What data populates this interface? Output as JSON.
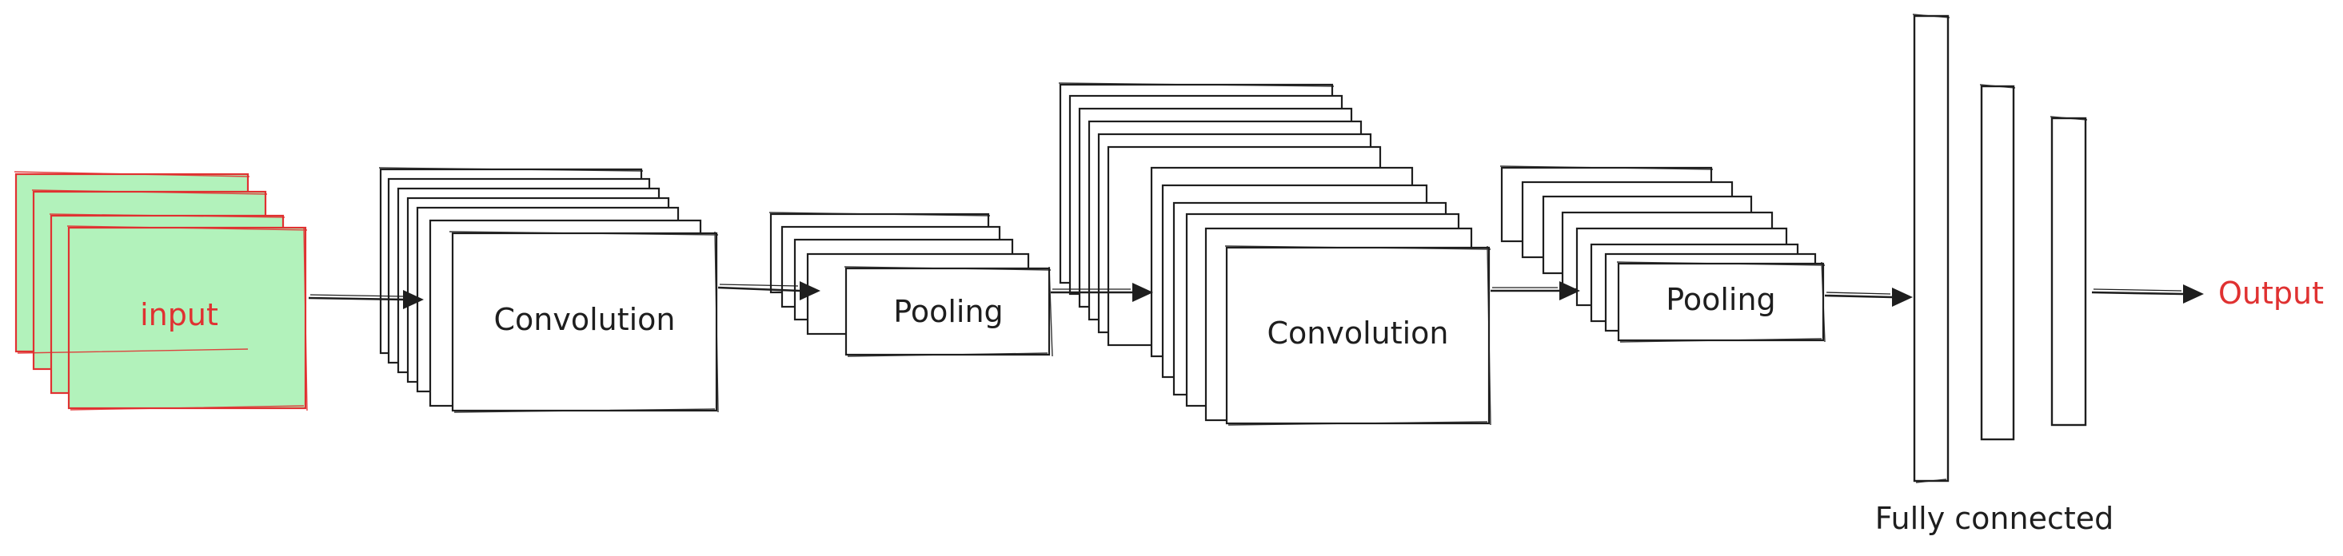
{
  "diagram": {
    "blocks": [
      {
        "id": "input",
        "label": "input",
        "kind": "input",
        "layers": 4
      },
      {
        "id": "conv1",
        "label": "Convolution",
        "kind": "stack",
        "layers": 7
      },
      {
        "id": "pool1",
        "label": "Pooling",
        "kind": "stack",
        "layers": 5
      },
      {
        "id": "conv2",
        "label": "Convolution",
        "kind": "stack",
        "layers": 12
      },
      {
        "id": "pool2",
        "label": "Pooling",
        "kind": "stack",
        "layers": 8
      }
    ],
    "fully_connected": {
      "label": "Fully connected",
      "layers": 3
    },
    "output": {
      "label": "Output"
    },
    "edges": [
      [
        "input",
        "conv1"
      ],
      [
        "conv1",
        "pool1"
      ],
      [
        "pool1",
        "conv2"
      ],
      [
        "conv2",
        "pool2"
      ],
      [
        "pool2",
        "fully_connected"
      ],
      [
        "fully_connected",
        "output"
      ]
    ],
    "colors": {
      "stroke": "#1e1e1e",
      "input_fill": "#b2f2bb",
      "accent": "#e03131"
    }
  }
}
